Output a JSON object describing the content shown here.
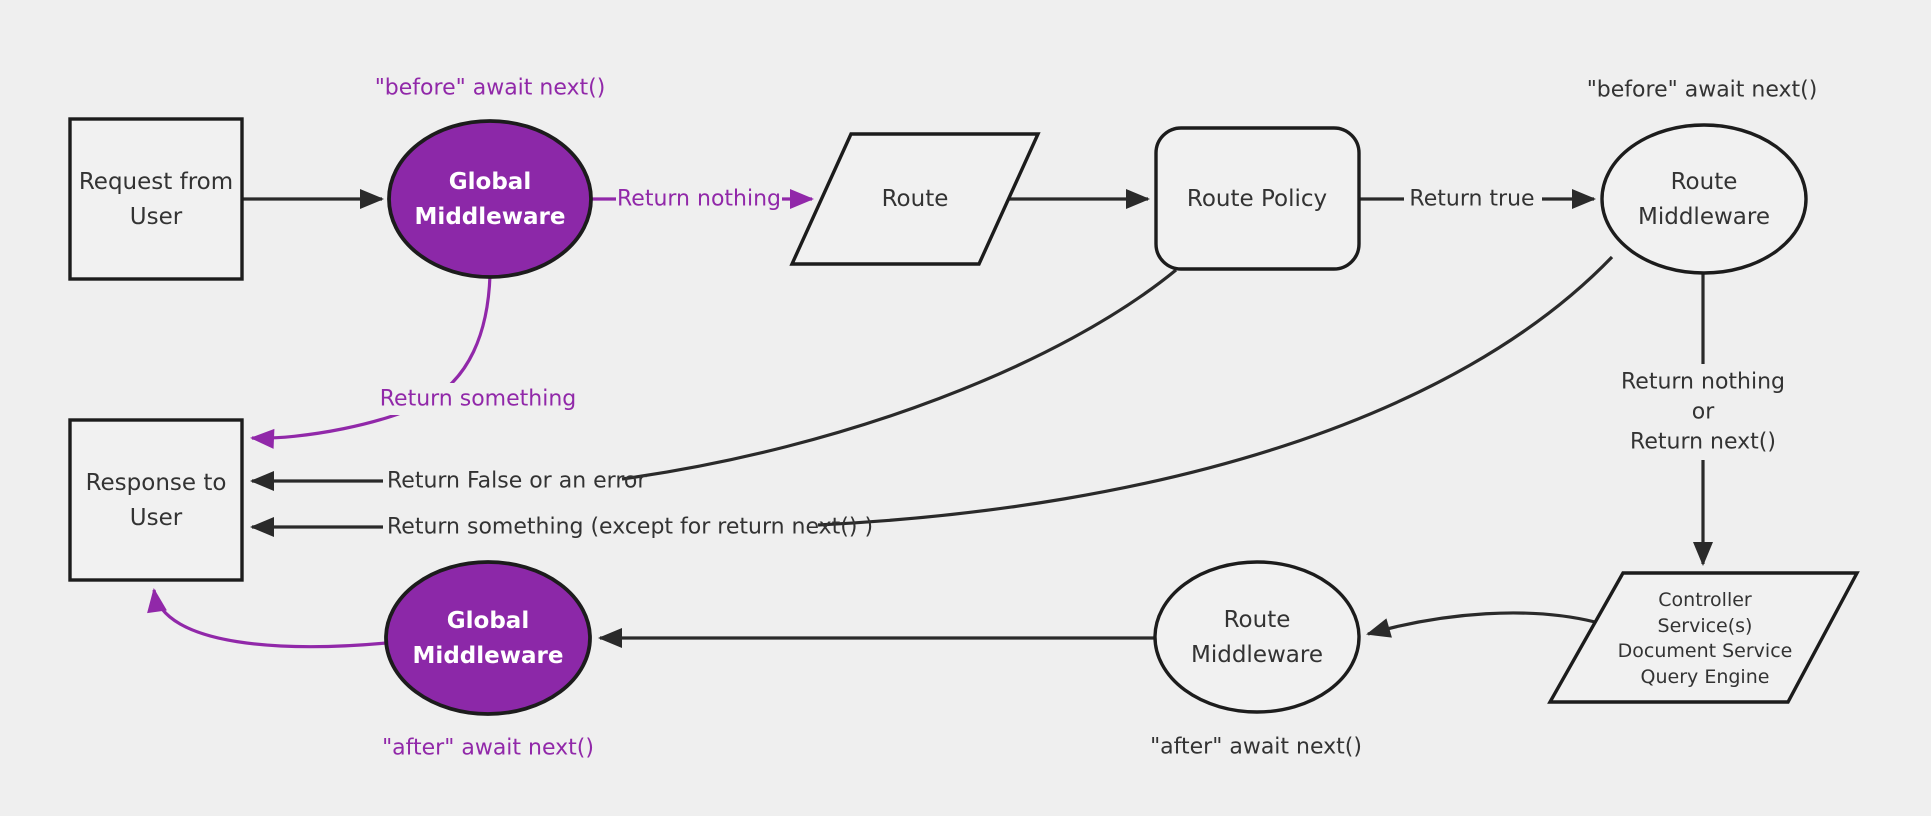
{
  "diagram": {
    "background_color": "#efefef",
    "colors": {
      "node_fill": "#f1f1f1",
      "node_stroke": "#1c1c1c",
      "purple_fill": "#8c28a8",
      "purple_accent": "#9128a9",
      "edge_stroke": "#2a2a2a",
      "text": "#333333",
      "text_on_purple": "#ffffff"
    },
    "nodes": {
      "request": {
        "shape": "rectangle",
        "lines": [
          "Request from",
          "User"
        ]
      },
      "global_middleware_top": {
        "shape": "ellipse",
        "lines": [
          "Global",
          "Middleware"
        ]
      },
      "route": {
        "shape": "parallelogram",
        "label": "Route"
      },
      "route_policy": {
        "shape": "rounded-rectangle",
        "label": "Route Policy"
      },
      "route_middleware_top": {
        "shape": "ellipse",
        "lines": [
          "Route",
          "Middleware"
        ]
      },
      "controller": {
        "shape": "parallelogram",
        "lines": [
          "Controller",
          "Service(s)",
          "Document Service",
          "Query Engine"
        ]
      },
      "route_middleware_bottom": {
        "shape": "ellipse",
        "lines": [
          "Route",
          "Middleware"
        ]
      },
      "global_middleware_bottom": {
        "shape": "ellipse",
        "lines": [
          "Global",
          "Middleware"
        ]
      },
      "response": {
        "shape": "rectangle",
        "lines": [
          "Response to",
          "User"
        ]
      }
    },
    "annotations": {
      "before_await_global": "\"before\" await next()",
      "before_await_route": "\"before\" await next()",
      "after_await_route": "\"after\" await next()",
      "after_await_global": "\"after\" await next()"
    },
    "edge_labels": {
      "return_nothing": "Return nothing",
      "return_something": "Return something",
      "return_true": "Return true",
      "return_nothing_or": [
        "Return nothing",
        "or",
        "Return next()"
      ],
      "return_false": "Return False or an error",
      "return_something_except": "Return something (except for return next() )"
    }
  }
}
